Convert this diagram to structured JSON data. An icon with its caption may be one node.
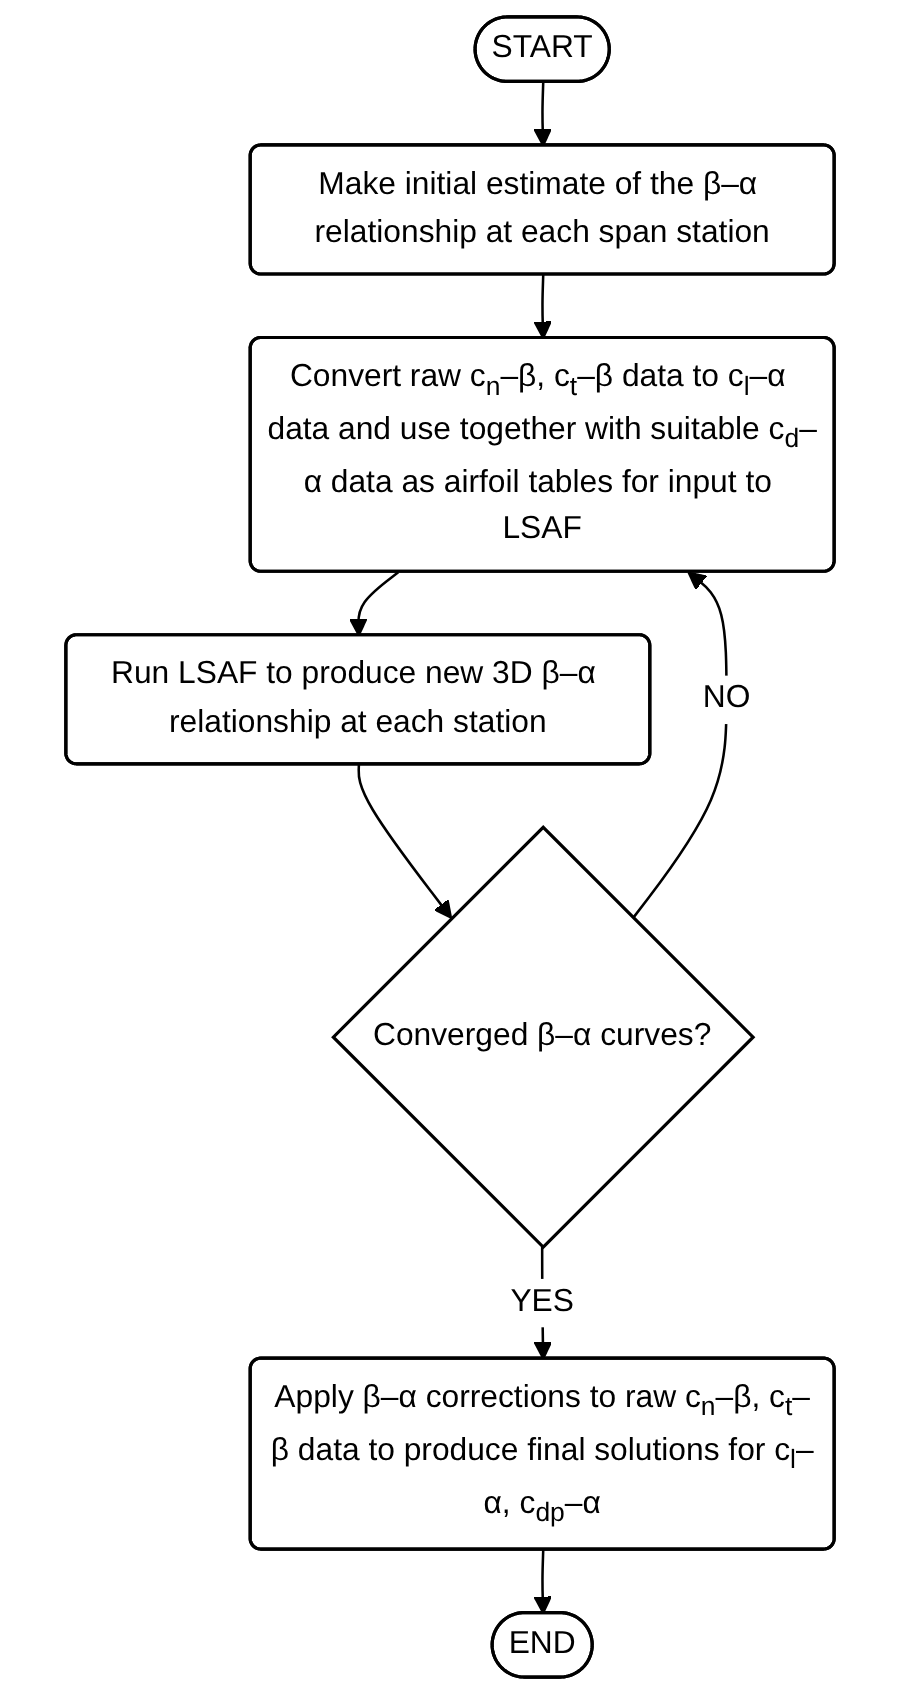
{
  "diagram": {
    "nodes": [
      {
        "text": [
          "START"
        ]
      },
      {
        "text": [
          "Make initial estimate of the β–α relationship at each span station"
        ]
      },
      {
        "text": [
          "Convert raw c$_{n}$–β, c$_{t}$–β data to c$_{l}$–α data and use together with suitable c$_{d}$–α data as airfoil tables for input to LSAF"
        ]
      },
      {
        "text": [
          "Run LSAF to produce new 3D β–α relationship at each station"
        ]
      },
      {
        "text": [
          "Converged β–α curves?"
        ]
      },
      {
        "text": [
          "Apply β–α corrections to raw c$_{n}$–β, c$_{t}$–β data to produce final solutions for c$_{l}$–α, c$_{dp}$–α"
        ]
      },
      {
        "text": [
          "END"
        ]
      }
    ],
    "edges": [
      {
        "from": 0,
        "to": 1,
        "arrow": "to"
      },
      {
        "from": 1,
        "to": 2,
        "arrow": "to"
      },
      {
        "from": 2,
        "to": 3,
        "arrow": "to"
      },
      {
        "from": 3,
        "to": 4,
        "arrow": "to"
      },
      {
        "from": 4,
        "to": 2,
        "arrow": "to",
        "label": "NO"
      },
      {
        "from": 4,
        "to": 5,
        "arrow": "to",
        "label": "YES"
      },
      {
        "from": 5,
        "to": 6,
        "arrow": "to"
      }
    ]
  }
}
